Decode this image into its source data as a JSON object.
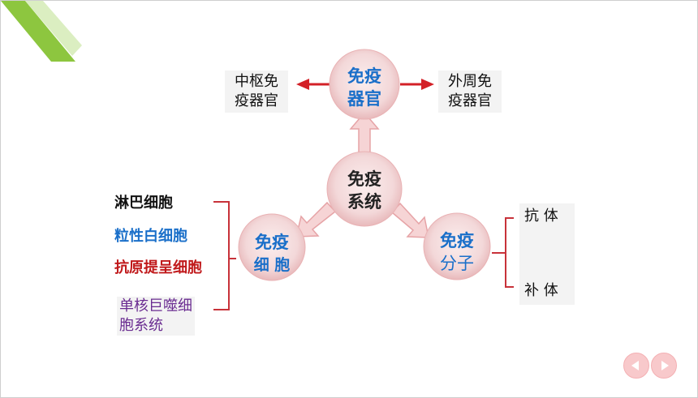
{
  "center": {
    "line1": "免疫",
    "line2": "系统"
  },
  "organs": {
    "line1": "免疫",
    "line2": "器官"
  },
  "cells": {
    "line1": "免疫",
    "line2": "细 胞"
  },
  "molecules": {
    "line1": "免疫",
    "line2": "分子"
  },
  "central_organ": {
    "line1": "中枢免",
    "line2": "疫器官"
  },
  "peripheral_organ": {
    "line1": "外周免",
    "line2": "疫器官"
  },
  "cell_types": [
    {
      "label": "淋巴细胞",
      "color": "#111111"
    },
    {
      "label": "粒性白细胞",
      "color": "#1a6fc9"
    },
    {
      "label": "抗原提呈细胞",
      "color": "#c0191b"
    },
    {
      "label": "单核巨噬细",
      "label2": "胞系统",
      "color": "#6a2c91"
    }
  ],
  "molecule_types": [
    "抗 体",
    "补 体"
  ],
  "colors": {
    "accent_green": "#8dc63f",
    "arrow_red": "#d32027",
    "circle_pink": "#f4dcdd",
    "blue_text": "#1a6fc9"
  },
  "nav": {
    "prev_icon": "triangle-left-icon",
    "next_icon": "triangle-right-icon"
  }
}
